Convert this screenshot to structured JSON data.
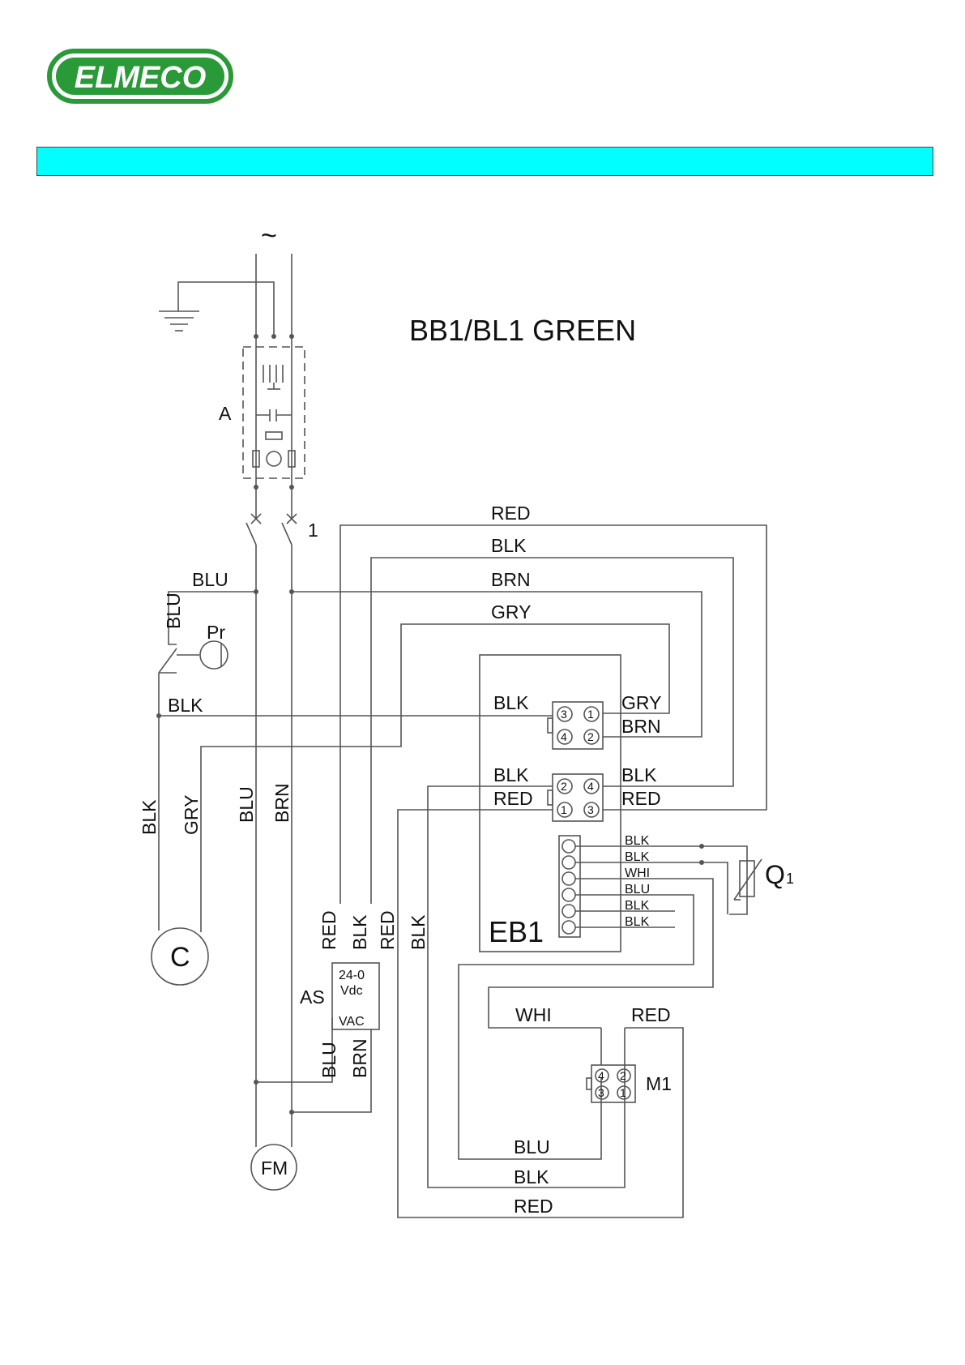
{
  "brand": {
    "name": "ELMECO",
    "color": "#2a9a38"
  },
  "banner": {
    "color": "#00ffff"
  },
  "title": "BB1/BL1 GREEN",
  "labels": {
    "ac": "~",
    "A": "A",
    "one": "1",
    "Pr": "Pr",
    "C": "C",
    "FM": "FM",
    "AS": "AS",
    "EB1": "EB1",
    "M1": "M1",
    "Q": "Q",
    "Q_sub": "1",
    "as_top1": "24-0",
    "as_top2": "Vdc",
    "as_bottom": "VAC"
  },
  "wires": {
    "top_red": "RED",
    "top_blk": "BLK",
    "top_brn": "BRN",
    "top_gry": "GRY",
    "left_blu_h": "BLU",
    "left_blu_v": "BLU",
    "left_blk_h": "BLK",
    "v_blk": "BLK",
    "v_gry": "GRY",
    "v_blu": "BLU",
    "v_brn": "BRN",
    "as_red1": "RED",
    "as_blk": "BLK",
    "as_red2": "RED",
    "as_blk2": "BLK",
    "as_blu": "BLU",
    "as_brn": "BRN",
    "c1_left": "BLK",
    "c1_right1": "GRY",
    "c1_right2": "BRN",
    "c2_left1": "BLK",
    "c2_left2": "RED",
    "c2_right1": "BLK",
    "c2_right2": "RED",
    "strip1": "BLK",
    "strip2": "BLK",
    "strip3": "WHI",
    "strip4": "BLU",
    "strip5": "BLK",
    "strip6": "BLK",
    "m1_whi": "WHI",
    "m1_red": "RED",
    "bot_blu": "BLU",
    "bot_blk": "BLK",
    "bot_red": "RED"
  },
  "pins": {
    "c1": [
      "3",
      "1",
      "4",
      "2"
    ],
    "c2": [
      "2",
      "4",
      "1",
      "3"
    ],
    "m1": [
      "4",
      "2",
      "3",
      "1"
    ]
  }
}
